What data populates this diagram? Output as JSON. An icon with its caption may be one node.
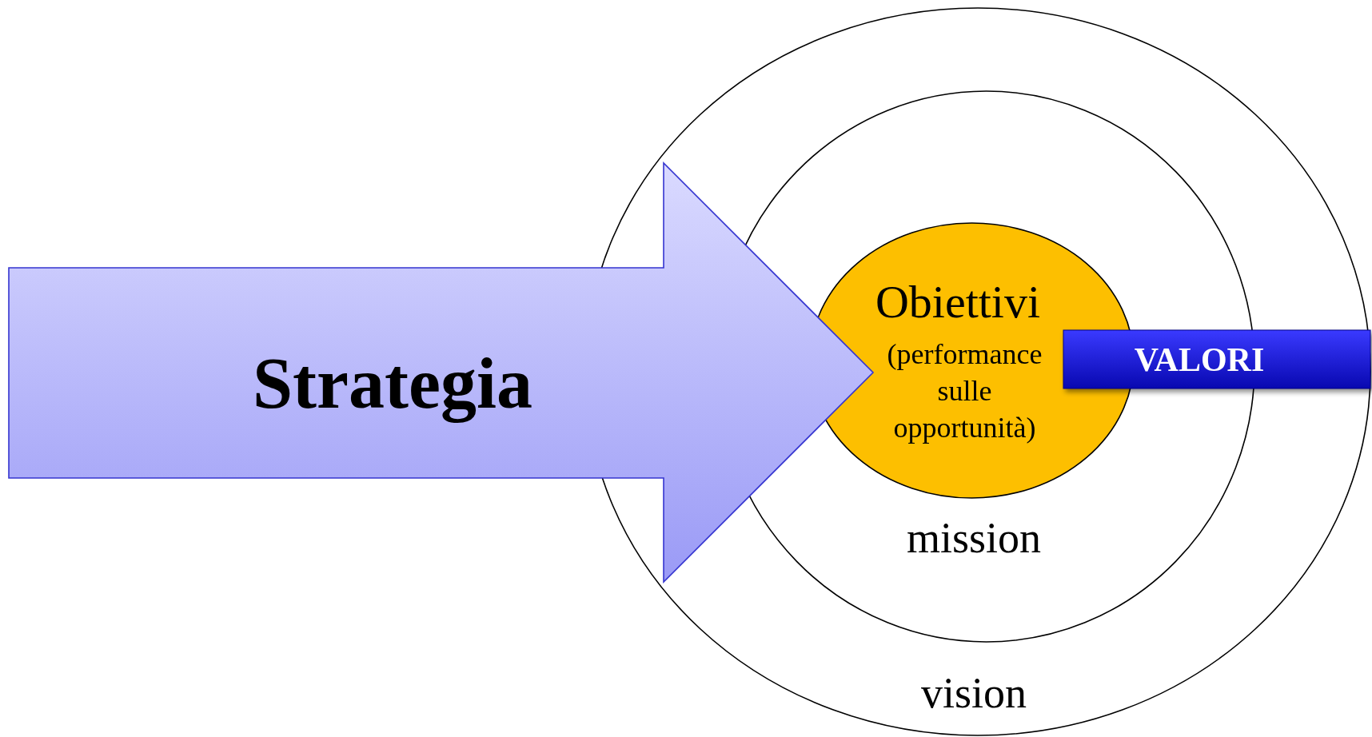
{
  "diagram": {
    "nodes": [
      {
        "text": [
          "Strategia"
        ]
      },
      {
        "text": [
          "vision"
        ]
      },
      {
        "text": [
          "mission"
        ],
        "in": 1
      },
      {
        "text": [
          "Obiettivi",
          "(performance sulle opportunità)"
        ],
        "in": 2
      },
      {
        "text": [
          "VALORI"
        ],
        "in": 1
      }
    ]
  }
}
